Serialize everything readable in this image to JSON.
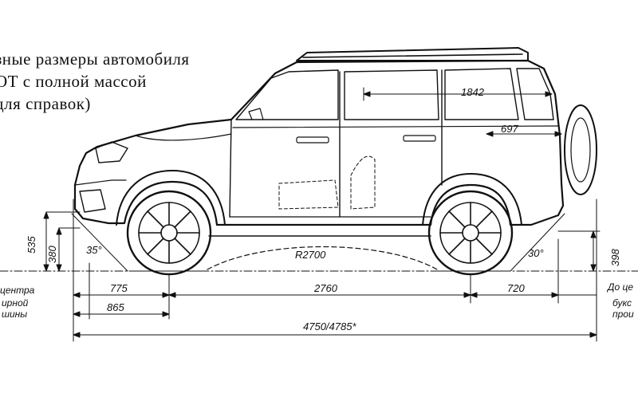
{
  "caption": {
    "line1": "зные размеры автомобиля",
    "line2": "ОТ с полной массой",
    "line3": "для справок)"
  },
  "dimensions": {
    "roof_length": "1842",
    "rear_section": "697",
    "height_535": "535",
    "height_380": "380",
    "approach_angle": "35°",
    "radius": "R2700",
    "departure_angle": "30°",
    "rear_height": "398",
    "front_overhang": "775",
    "wheelbase": "2760",
    "rear_overhang": "720",
    "front_to_bumper": "865",
    "overall_length": "4750/4785*"
  },
  "labels": {
    "left_1": "центра",
    "left_2": "ирной",
    "left_3": "шины",
    "right_1": "До це",
    "right_2": "букс",
    "right_3": "прои"
  },
  "colors": {
    "line": "#111111",
    "background": "#ffffff"
  }
}
